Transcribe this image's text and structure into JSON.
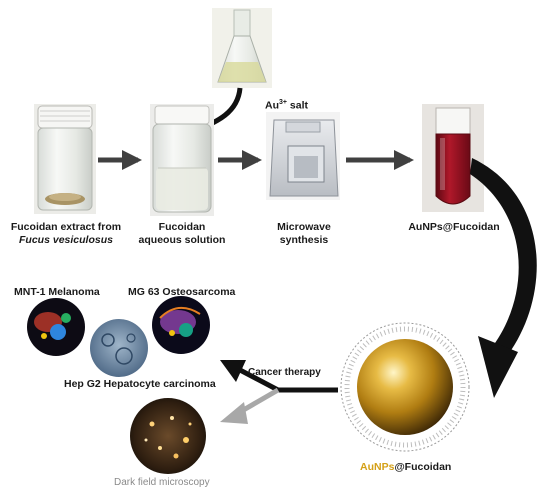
{
  "steps": {
    "au_salt": {
      "prefix": "Au",
      "sup": "3+",
      "suffix": " salt"
    },
    "fucoidan_extract": {
      "line1": "Fucoidan extract from",
      "line2": "Fucus vesiculosus"
    },
    "fucoidan_solution": {
      "line1": "Fucoidan",
      "line2": "aqueous solution"
    },
    "microwave": {
      "line1": "Microwave",
      "line2": "synthesis"
    },
    "aunps_tube": "AuNPs@Fucoidan"
  },
  "applications": {
    "mnt1": "MNT-1 Melanoma",
    "mg63": "MG 63 Osteosarcoma",
    "hepg2": "Hep G2 Hepatocyte carcinoma",
    "cancer_therapy": "Cancer therapy",
    "dark_field": "Dark field microscopy"
  },
  "nanoparticle": {
    "au_part": "AuNPs",
    "rest_part": "@Fucoidan"
  },
  "colors": {
    "arrow_dark": "#404040",
    "arrow_grey": "#a8a8a8",
    "gold": "#c8961e",
    "gold_text": "#d4a017",
    "solution_red": "#8e1020"
  }
}
